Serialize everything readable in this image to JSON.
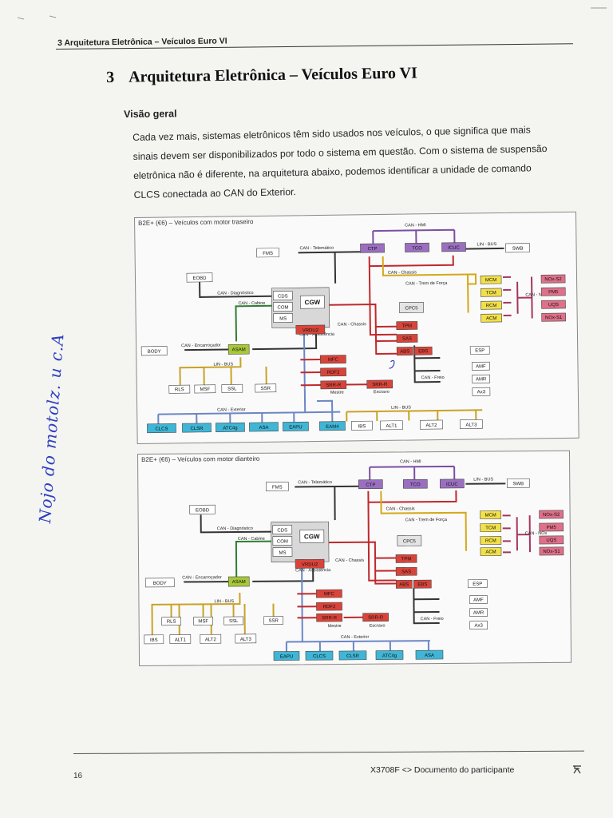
{
  "header": {
    "running_title": "3 Arquitetura Eletrônica – Veículos Euro VI"
  },
  "chapter": {
    "number": "3",
    "title": "Arquitetura Eletrônica – Veículos Euro VI"
  },
  "section": {
    "heading": "Visão geral"
  },
  "intro_lines": [
    "Cada vez mais, sistemas eletrônicos têm sido usados nos veículos, o que significa que mais",
    "sinais devem ser disponibilizados por todo o sistema em questão. Com o sistema de suspensão",
    "eletrônica não é diferente, na arquitetura abaixo, podemos identificar a unidade de comando",
    "CLCS conectada ao CAN do Exterior."
  ],
  "colors": {
    "hmi_bus": "#7b4fa0",
    "chassis_bus": "#c0282c",
    "trem_bus": "#d4a817",
    "diag_bus": "#333333",
    "cabine_bus": "#2e7d32",
    "exterior_bus": "#6b86c6",
    "lin_bus": "#c9a227",
    "nox_bus": "#a3355e",
    "ecu_purple": "#9b6fc0",
    "ecu_red": "#d9443a",
    "ecu_yellow": "#f2e04a",
    "ecu_pink": "#e0708a",
    "ecu_cyan": "#3fb6d6",
    "ecu_green": "#a8c838",
    "handwriting": "#2d3fbf"
  },
  "figure1": {
    "caption": "B2E+ (€6) – Veículos com motor traseiro",
    "labels": {
      "hmi": "CAN - HMI",
      "telematico": "CAN - Telemático",
      "lin_top": "LIN - BUS",
      "diagnostico": "CAN - Diagnóstico",
      "cabine": "CAN - Cabine",
      "chassis": "CAN - Chassis",
      "trem": "CAN - Trem de Força",
      "nox": "CAN - NOx",
      "chassis2": "CAN - Chassis",
      "encarrocador": "CAN - Encarroçador",
      "lin_mid": "LIN - BUS",
      "assistencia": "CAN - Assistência",
      "freio": "CAN - Freio",
      "exterior": "CAN - Exterior",
      "lin_bottom": "LIN - BUS",
      "mestre": "Mestre",
      "escravo": "Escravo"
    },
    "units": {
      "FMS": "FMS",
      "CTP": "CTP",
      "TCO": "TCO",
      "ICUC": "ICUC",
      "SWB": "SWB",
      "EOBD": "EOBD",
      "CDS": "CDS",
      "COM": "COM",
      "MS": "MS",
      "CGW": "CGW",
      "CPC5": "CPC5",
      "TPM": "TPM",
      "SAS": "SAS",
      "ABS": "ABS",
      "EBS": "EBS",
      "ESP": "ESP",
      "AMF": "AMF",
      "AMR": "AMR",
      "AX3": "Ax3",
      "MCM": "MCM",
      "TCM": "TCM",
      "RCM": "RCM",
      "ACM": "ACM",
      "NOXS2": "NOx-S2",
      "PM5": "PM5",
      "UQS": "UQS",
      "NOXS1": "NOx-S1",
      "BODY": "BODY",
      "ASAM": "ASAM",
      "VRDU2": "VRDU2",
      "MFC": "MFC",
      "RDF2": "RDF2",
      "SRRM": "SRR-R",
      "SRRE": "SRR-R",
      "RLS": "RLS",
      "MSF": "MSF",
      "SSL": "SSL",
      "SSR": "SSR",
      "CLCS": "CLCS",
      "CLSR": "CLSR",
      "ATC4": "ATC4g",
      "ASA": "ASA",
      "EAPU": "EAPU",
      "EAM4": "EAM4",
      "IBS": "IBS",
      "ALT1": "ALT1",
      "ALT2": "ALT2",
      "ALT3": "ALT3"
    }
  },
  "figure2": {
    "caption": "B2E+ (€6) – Veículos com motor dianteiro",
    "labels": {
      "hmi": "CAN - HMI",
      "telematico": "CAN - Telemático",
      "lin_top": "LIN - BUS",
      "diagnostico": "CAN - Diagnóstico",
      "cabine": "CAN - Cabine",
      "chassis": "CAN - Chassis",
      "trem": "CAN - Trem de Força",
      "nox": "CAN - NOx",
      "chassis2": "CAN - Chassis",
      "encarrocador": "CAN - Encarroçador",
      "lin_mid": "LIN - BUS",
      "assistencia": "CAN - Assistência",
      "freio": "CAN - Freio",
      "exterior": "CAN - Exterior",
      "mestre": "Mestre",
      "escravo": "Escravo"
    },
    "units": {
      "FMS": "FMS",
      "CTP": "CTP",
      "TCO": "TCO",
      "ICUC": "ICUC",
      "SWB": "SWB",
      "EOBD": "EOBD",
      "CDS": "CDS",
      "COM": "COM",
      "MS": "MS",
      "CGW": "CGW",
      "CPC5": "CPC5",
      "TPM": "TPM",
      "SAS": "SAS",
      "ABS": "ABS",
      "EBS": "EBS",
      "ESP": "ESP",
      "AMF": "AMF",
      "AMR": "AMR",
      "AX3": "Ax3",
      "MCM": "MCM",
      "TCM": "TCM",
      "RCM": "RCM",
      "ACM": "ACM",
      "NOXS2": "NOx-S2",
      "PM5": "PM5",
      "UQS": "UQS",
      "NOXS1": "NOx-S1",
      "BODY": "BODY",
      "ASAM": "ASAM",
      "VRDU2": "VRDU2",
      "MFC": "MFC",
      "RDF2": "RDF2",
      "SRRM": "SRR-R",
      "SRRE": "SRR-R",
      "RLS": "RLS",
      "MSF": "MSF",
      "SSL": "SSL",
      "SSR": "SSR",
      "IBS": "IBS",
      "ALT1": "ALT1",
      "ALT2": "ALT2",
      "ALT3": "ALT3",
      "EAPU": "EAPU",
      "CLCS": "CLCS",
      "CLSR": "CLSR",
      "ATC4": "ATC4g",
      "ASA": "ASA"
    }
  },
  "handwriting": {
    "text": "Nojo do motolz. u c.A"
  },
  "footer": {
    "page_number": "16",
    "document": "X3708F <> Documento do participante"
  }
}
